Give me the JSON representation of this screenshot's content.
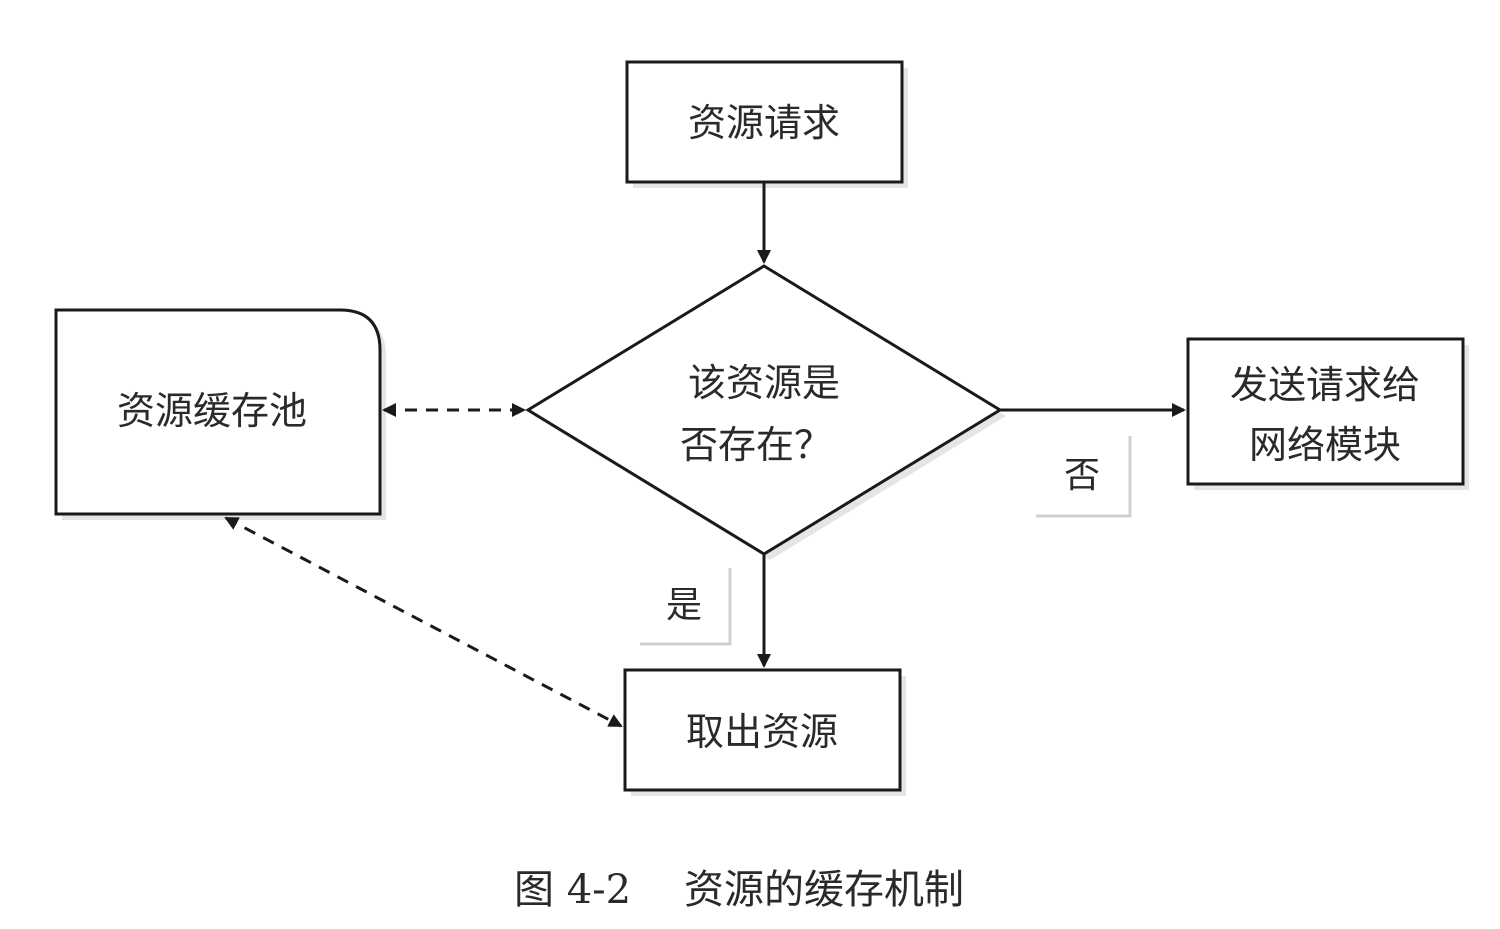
{
  "nodes": {
    "request": {
      "text": "资源请求"
    },
    "decision": {
      "line1": "该资源是",
      "line2": "否存在？"
    },
    "cache_pool": {
      "text": "资源缓存池"
    },
    "send_network": {
      "line1": "发送请求给",
      "line2": "网络模块"
    },
    "fetch": {
      "text": "取出资源"
    }
  },
  "edge_labels": {
    "no": "否",
    "yes": "是"
  },
  "caption": {
    "figure_number": "图 4-2",
    "title": "资源的缓存机制"
  },
  "colors": {
    "stroke": "#1a1a1a",
    "text": "#2a2a2a",
    "background": "#ffffff"
  }
}
